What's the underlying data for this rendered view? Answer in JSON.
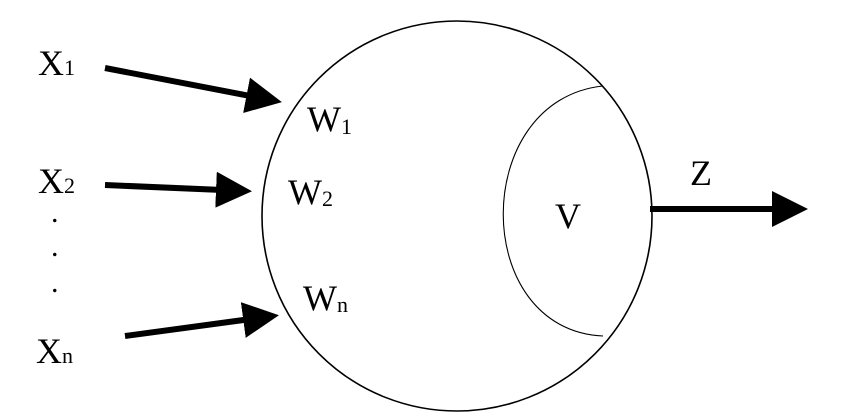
{
  "inputs": [
    {
      "var": "X",
      "sub": "1"
    },
    {
      "var": "X",
      "sub": "2"
    },
    {
      "var": "X",
      "sub": "n"
    }
  ],
  "weights": [
    {
      "var": "W",
      "sub": "1"
    },
    {
      "var": "W",
      "sub": "2"
    },
    {
      "var": "W",
      "sub": "n"
    }
  ],
  "ellipsis": ".",
  "neuron": {
    "potential_label": "V"
  },
  "output": {
    "label": "Z"
  },
  "colors": {
    "stroke": "#000000",
    "background": "#ffffff"
  }
}
